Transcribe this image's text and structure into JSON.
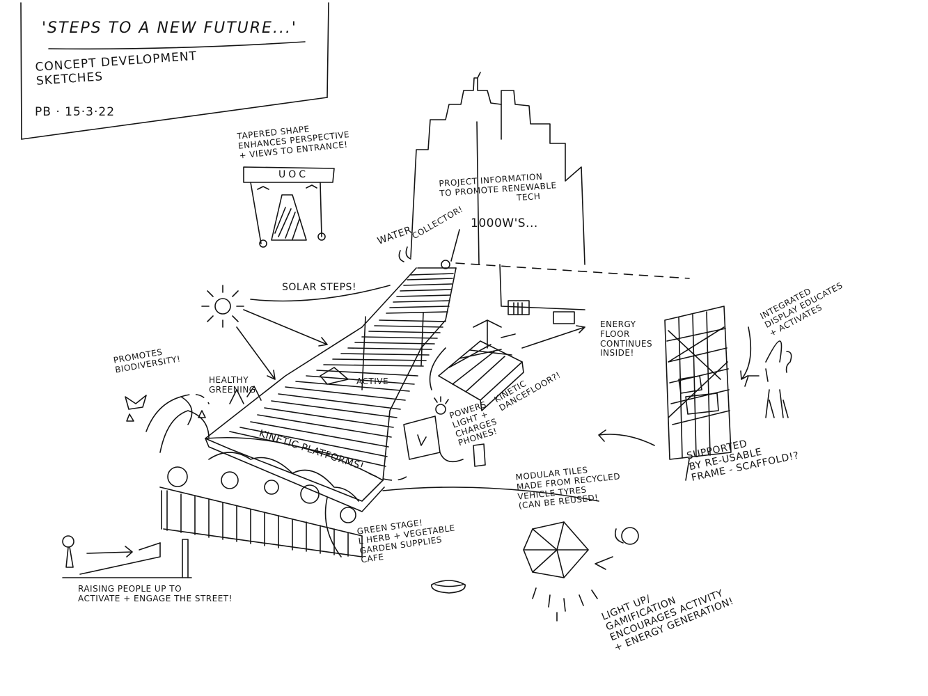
{
  "title_block": {
    "title": "'Steps to a new future...'",
    "subtitle_line1": "Concept development",
    "subtitle_line2": "sketches",
    "date": "PB · 15·3·22"
  },
  "annotations": {
    "tapered": [
      "Tapered shape",
      "enhances perspective",
      "+ views to entrance!"
    ],
    "uoc_sign": "UOC",
    "project_info": [
      "Project information",
      "to promote renewable",
      "tech"
    ],
    "watts": "1000W's...",
    "water": "Water",
    "collector": "collector!",
    "solar_steps": "Solar steps!",
    "energy_floor": [
      "Energy",
      "floor",
      "continues",
      "inside!"
    ],
    "integrated_display": [
      "Integrated",
      "display educates",
      "+ activates"
    ],
    "promotes_biodiversity": [
      "Promotes",
      "biodiversity!"
    ],
    "healthy_greening": [
      "Healthy",
      "greening"
    ],
    "active": "Active",
    "kinetic_dancefloor": [
      "Kinetic",
      "dancefloor?!"
    ],
    "powers": [
      "Powers",
      "light +",
      "charges",
      "phones!"
    ],
    "kinetic_platforms": "Kinetic platforms!",
    "supported": [
      "Supported",
      "by re-usable",
      "frame - scaffold!?"
    ],
    "modular_tiles": [
      "Modular tiles",
      "made from recycled",
      "vehicle tyres",
      "(can be reused!"
    ],
    "green_stage": [
      "Green stage!",
      "L herb + vegetable",
      "garden supplies",
      "cafe"
    ],
    "raising": [
      "Raising people up to",
      "activate + engage the street!"
    ],
    "light_up": [
      "Light up/",
      "gamification",
      "encourages activity",
      "+ energy generation!"
    ]
  },
  "colors": {
    "ink": "#141414",
    "paper": "#ffffff"
  }
}
